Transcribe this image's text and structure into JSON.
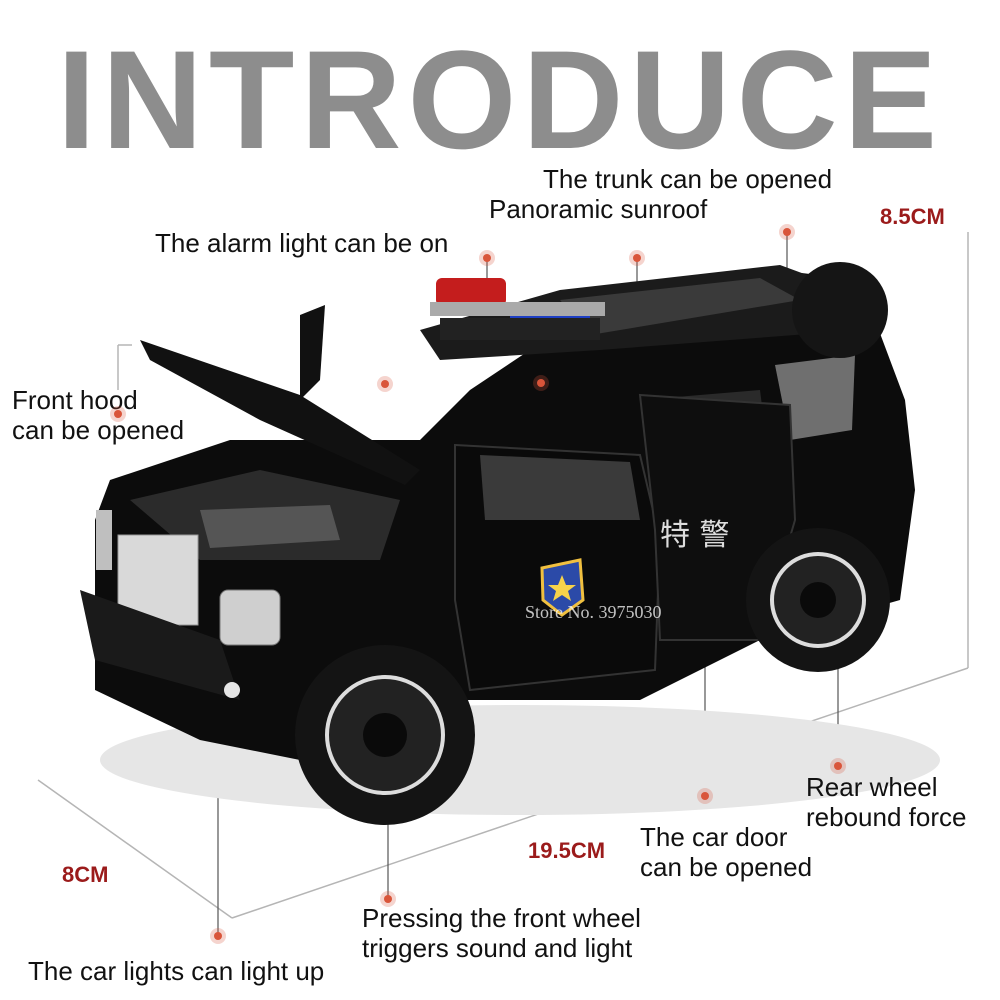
{
  "title": "INTRODUCE",
  "callouts": {
    "trunk": "The trunk can be opened",
    "sunroof": "Panoramic sunroof",
    "alarm": "The alarm light can be on",
    "hood_line1": "Front hood",
    "hood_line2": "can be opened",
    "rear_wheel_line1": "Rear wheel",
    "rear_wheel_line2": "rebound force",
    "door_line1": "The car door",
    "door_line2": "can be opened",
    "front_wheel_line1": "Pressing the front wheel",
    "front_wheel_line2": "triggers sound and light",
    "lights": "The car lights can light up"
  },
  "dimensions": {
    "height": "8.5CM",
    "length": "19.5CM",
    "width": "8CM"
  },
  "watermark": "Store No. 3975030",
  "colors": {
    "title": "#8d8d8d",
    "dimension_text": "#9b1b1b",
    "marker": "#d9553a",
    "car_body": "#0c0c0c"
  }
}
